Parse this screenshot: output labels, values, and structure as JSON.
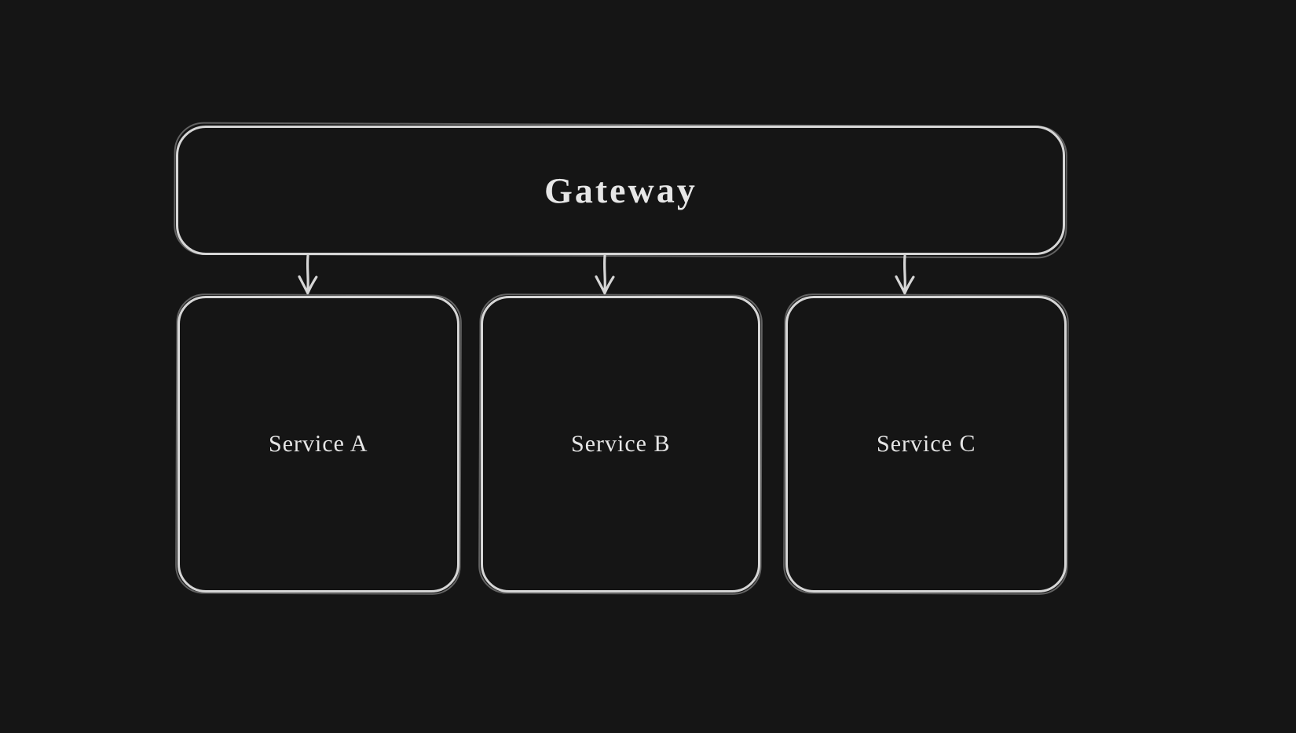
{
  "canvas": {
    "background": "#151515",
    "stroke_color": "#d6d6d6",
    "text_color": "#e6e6e6"
  },
  "diagram": {
    "type": "flowchart",
    "style": "hand-drawn-sketch",
    "gateway": {
      "label": "Gateway"
    },
    "services": [
      {
        "id": "service-a",
        "label": "Service A"
      },
      {
        "id": "service-b",
        "label": "Service B"
      },
      {
        "id": "service-c",
        "label": "Service C"
      }
    ],
    "edges": [
      {
        "from": "Gateway",
        "to": "Service A",
        "direction": "down"
      },
      {
        "from": "Gateway",
        "to": "Service B",
        "direction": "down"
      },
      {
        "from": "Gateway",
        "to": "Service C",
        "direction": "down"
      }
    ]
  }
}
